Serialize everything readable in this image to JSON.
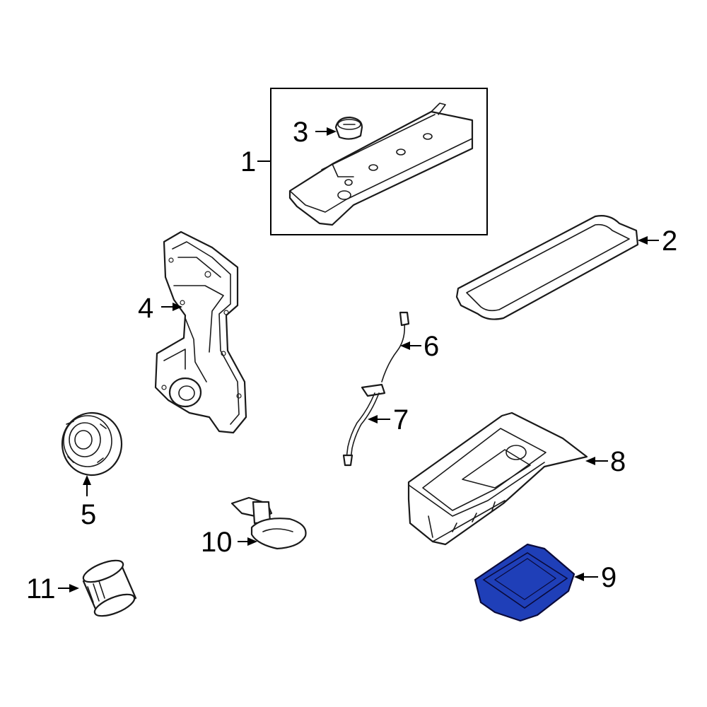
{
  "callouts": [
    {
      "id": "1",
      "label": "1"
    },
    {
      "id": "2",
      "label": "2"
    },
    {
      "id": "3",
      "label": "3"
    },
    {
      "id": "4",
      "label": "4"
    },
    {
      "id": "5",
      "label": "5"
    },
    {
      "id": "6",
      "label": "6"
    },
    {
      "id": "7",
      "label": "7"
    },
    {
      "id": "8",
      "label": "8"
    },
    {
      "id": "9",
      "label": "9"
    },
    {
      "id": "10",
      "label": "10"
    },
    {
      "id": "11",
      "label": "11"
    }
  ],
  "colors": {
    "line": "#1a1a1a",
    "highlight_fill": "#1f3fb8",
    "highlight_stroke": "#0a0a3a",
    "background": "#ffffff"
  },
  "highlighted_part": "9"
}
